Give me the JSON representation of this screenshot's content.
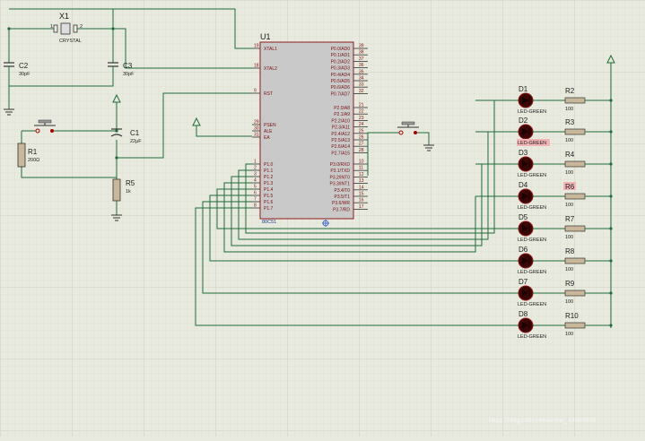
{
  "schematic": {
    "chip": {
      "ref": "U1",
      "part": "80C51",
      "left_pins": [
        {
          "num": "19",
          "name": "XTAL1"
        },
        {
          "num": "18",
          "name": "XTAL2"
        },
        {
          "num": "9",
          "name": "RST"
        },
        {
          "num": "29",
          "name": "PSEN"
        },
        {
          "num": "30",
          "name": "ALE"
        },
        {
          "num": "31",
          "name": "EA"
        },
        {
          "num": "1",
          "name": "P1.0"
        },
        {
          "num": "2",
          "name": "P1.1"
        },
        {
          "num": "3",
          "name": "P1.2"
        },
        {
          "num": "4",
          "name": "P1.3"
        },
        {
          "num": "5",
          "name": "P1.4"
        },
        {
          "num": "6",
          "name": "P1.5"
        },
        {
          "num": "7",
          "name": "P1.6"
        },
        {
          "num": "8",
          "name": "P1.7"
        }
      ],
      "right_pins": [
        {
          "num": "39",
          "name": "P0.0/AD0"
        },
        {
          "num": "38",
          "name": "P0.1/AD1"
        },
        {
          "num": "37",
          "name": "P0.2/AD2"
        },
        {
          "num": "36",
          "name": "P0.3/AD3"
        },
        {
          "num": "35",
          "name": "P0.4/AD4"
        },
        {
          "num": "34",
          "name": "P0.5/AD5"
        },
        {
          "num": "33",
          "name": "P0.6/AD6"
        },
        {
          "num": "32",
          "name": "P0.7/AD7"
        },
        {
          "num": "21",
          "name": "P2.0/A8"
        },
        {
          "num": "22",
          "name": "P2.1/A9"
        },
        {
          "num": "23",
          "name": "P2.2/A10"
        },
        {
          "num": "24",
          "name": "P2.3/A11"
        },
        {
          "num": "25",
          "name": "P2.4/A12"
        },
        {
          "num": "26",
          "name": "P2.5/A13"
        },
        {
          "num": "27",
          "name": "P2.6/A14"
        },
        {
          "num": "28",
          "name": "P2.7/A15"
        },
        {
          "num": "10",
          "name": "P3.0/RXD"
        },
        {
          "num": "11",
          "name": "P3.1/TXD"
        },
        {
          "num": "12",
          "name": "P3.2/INT0"
        },
        {
          "num": "13",
          "name": "P3.3/INT1"
        },
        {
          "num": "14",
          "name": "P3.4/T0"
        },
        {
          "num": "15",
          "name": "P3.5/T1"
        },
        {
          "num": "16",
          "name": "P3.6/WR"
        },
        {
          "num": "17",
          "name": "P3.7/RD"
        }
      ]
    },
    "crystal": {
      "ref": "X1",
      "value": "CRYSTAL",
      "pin1": "1",
      "pin2": "2"
    },
    "caps": [
      {
        "ref": "C2",
        "value": "30pF"
      },
      {
        "ref": "C3",
        "value": "30pF"
      },
      {
        "ref": "C1",
        "value": "22µF"
      }
    ],
    "resistors": [
      {
        "ref": "R1",
        "value": "200Ω"
      },
      {
        "ref": "R5",
        "value": "1k"
      }
    ],
    "leds": [
      {
        "ref": "D1",
        "value": "LED-GREEN",
        "res": "R2",
        "res_value": "100"
      },
      {
        "ref": "D2",
        "value": "LED-GREEN",
        "res": "R3",
        "res_value": "100"
      },
      {
        "ref": "D3",
        "value": "LED-GREEN",
        "res": "R4",
        "res_value": "100"
      },
      {
        "ref": "D4",
        "value": "LED-GREEN",
        "res": "R6",
        "res_value": "100"
      },
      {
        "ref": "D5",
        "value": "LED-GREEN",
        "res": "R7",
        "res_value": "100"
      },
      {
        "ref": "D6",
        "value": "LED-GREEN",
        "res": "R8",
        "res_value": "100"
      },
      {
        "ref": "D7",
        "value": "LED-GREEN",
        "res": "R9",
        "res_value": "100"
      },
      {
        "ref": "D8",
        "value": "LED-GREEN",
        "res": "R10",
        "res_value": "100"
      }
    ],
    "watermark": "https://blog.csdn.net/weixin_44000000"
  },
  "colors": {
    "background": "#e9eadf",
    "grid_minor": "#d6d8c9",
    "grid_major": "#c7c9b8",
    "wire": "#1f6b3a",
    "chip_fill": "#c9c9c9",
    "chip_border": "#8a1a1a",
    "led_fill": "#3a0606",
    "resistor_fill": "#c8b79a",
    "highlight": "#f2b4b4"
  }
}
